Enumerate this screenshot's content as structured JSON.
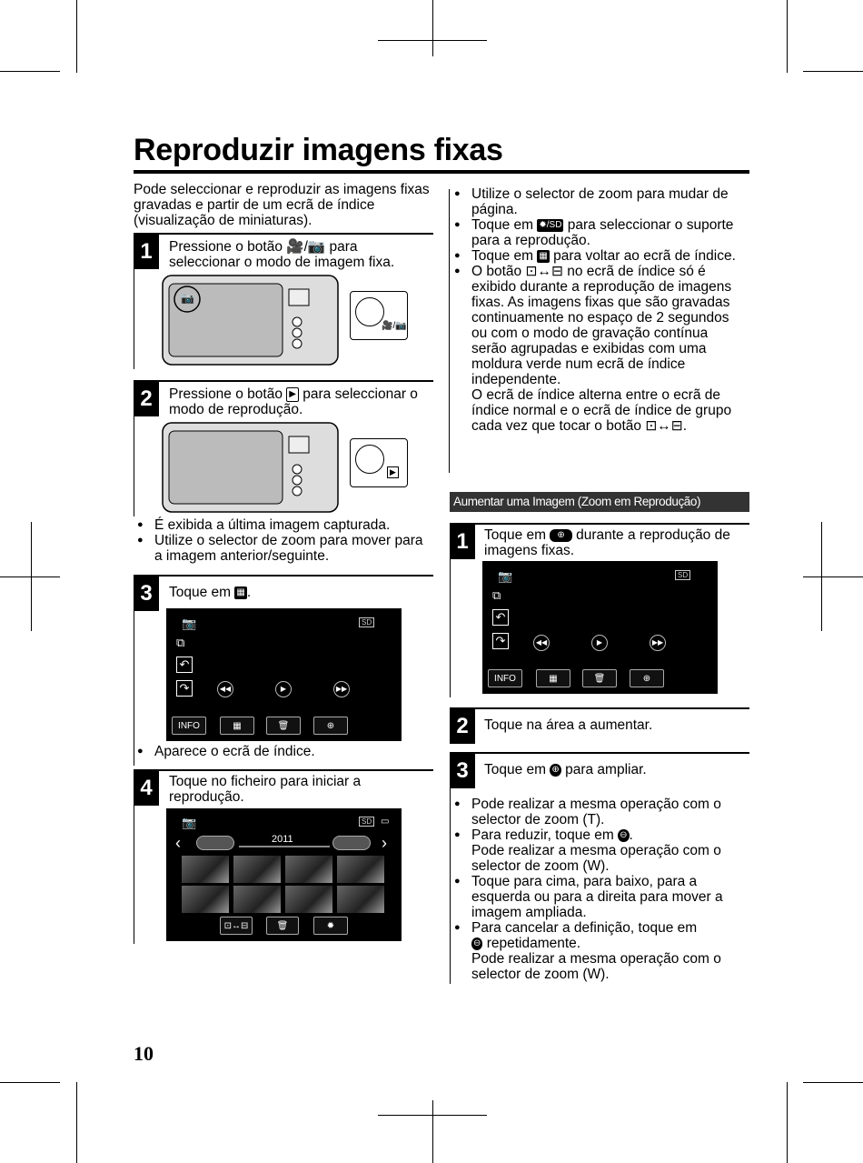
{
  "title": "Reproduzir imagens fixas",
  "intro": "Pode seleccionar e reproduzir as imagens fixas gravadas e partir de um ecrã de índice (visualização de miniaturas).",
  "steps_left": [
    {
      "num": "1",
      "text_a": "Pressione o botão ",
      "text_b": " para seleccionar o modo de imagem fixa."
    },
    {
      "num": "2",
      "text_a": "Pressione o botão ",
      "text_b": " para seleccionar o modo de reprodução."
    },
    {
      "num": "3",
      "text_a": "Toque em ",
      "text_b": "."
    },
    {
      "num": "4",
      "text": "Toque no ficheiro para iniciar a reprodução."
    }
  ],
  "step2_bullets": [
    "É exibida a última imagem capturada.",
    "Utilize o selector de zoom para mover para a imagem anterior/seguinte."
  ],
  "step3_bullet": "Aparece o ecrã de índice.",
  "right_bullets": {
    "b1": "Utilize o selector de zoom para mudar de página.",
    "b2a": "Toque em ",
    "b2b": " para seleccionar o suporte para a reprodução.",
    "b3a": "Toque em ",
    "b3b": " para voltar ao ecrã de índice.",
    "b4a": "O botão ",
    "b4b": " no ecrã de índice só é exibido durante a reprodução de imagens fixas. As imagens fixas que são gravadas continuamente no espaço de 2 segundos ou com o modo de gravação contínua serão agrupadas e exibidas com uma moldura verde num ecrã de índice independente.",
    "b4c": "O ecrã de índice alterna entre o ecrã de índice normal e o ecrã de índice de grupo cada vez que tocar o botão ",
    "b4d": "."
  },
  "section_title": "Aumentar uma Imagem (Zoom em Reprodução)",
  "steps_right": [
    {
      "num": "1",
      "text_a": "Toque em ",
      "text_b": " durante a reprodução de imagens fixas."
    },
    {
      "num": "2",
      "text": "Toque na área a aumentar."
    },
    {
      "num": "3",
      "text_a": "Toque em ",
      "text_b": " para ampliar."
    }
  ],
  "zoom_bullets": {
    "z1": "Pode realizar a mesma operação com o selector de zoom (T).",
    "z2a": "Para reduzir, toque em ",
    "z2b": ".",
    "z2c": "Pode realizar a mesma operação com o selector de zoom (W).",
    "z3": "Toque para cima, para baixo, para a esquerda ou para a direita para mover a imagem ampliada.",
    "z4a": "Para cancelar a definição, toque em ",
    "z4b": " repetidamente.",
    "z4c": "Pode realizar a mesma operação com o selector de zoom (W)."
  },
  "screen": {
    "info": "INFO",
    "sd": "SD",
    "year": "2011"
  },
  "page_number": "10"
}
